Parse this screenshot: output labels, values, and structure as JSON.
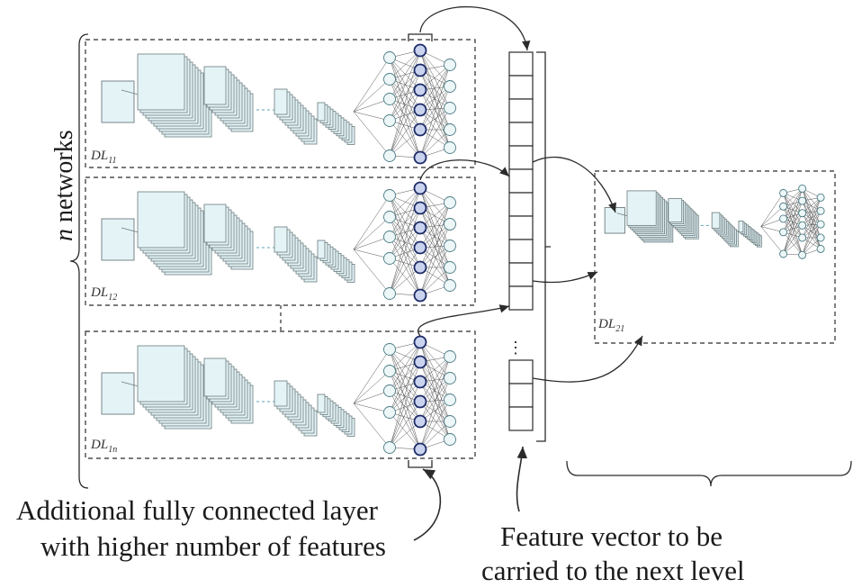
{
  "labels": {
    "n_networks_var": "n",
    "n_networks_word": " networks",
    "box_11_main": "DL",
    "box_11_sub": "11",
    "box_12_main": "DL",
    "box_12_sub": "12",
    "box_1n_main": "DL",
    "box_1n_sub": "1n",
    "box_21_main": "DL",
    "box_21_sub": "21",
    "caption_left_line1": "Additional fully connected layer",
    "caption_left_line2": "with higher number of features",
    "caption_right_line1": "Feature vector to be",
    "caption_right_line2": "carried to the next level"
  },
  "colors": {
    "stroke": "#2b2b2b",
    "layer_fill": "#e3f3f6",
    "layer_stroke": "#6b7b7e",
    "node_fill": "#eef7f8",
    "highlight_node_fill": "#c9d3ee",
    "highlight_node_stroke": "#1c2a66",
    "dashed_link": "#5fa3b8"
  }
}
